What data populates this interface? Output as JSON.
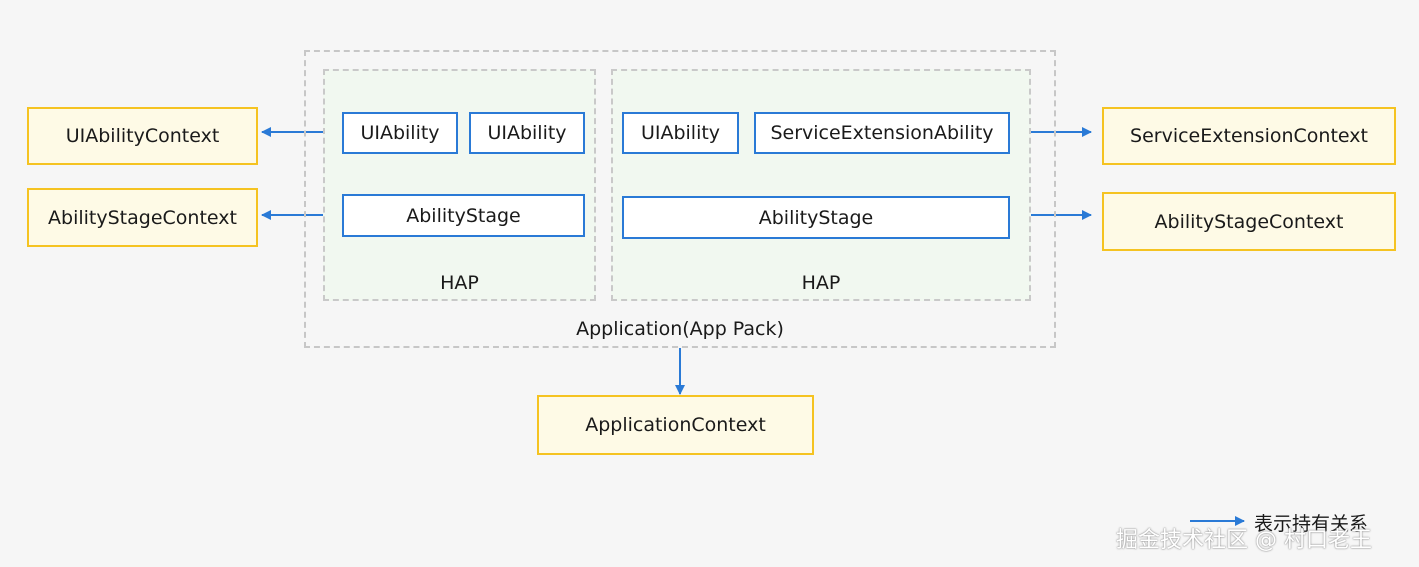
{
  "application": {
    "label": "Application(App Pack)"
  },
  "hap_left": {
    "label": "HAP",
    "abilities": [
      "UIAbility",
      "UIAbility"
    ],
    "stage": "AbilityStage"
  },
  "hap_right": {
    "label": "HAP",
    "abilities": [
      "UIAbility",
      "ServiceExtensionAbility"
    ],
    "stage": "AbilityStage"
  },
  "contexts": {
    "left_top": "UIAbilityContext",
    "left_bottom": "AbilityStageContext",
    "right_top": "ServiceExtensionContext",
    "right_bottom": "AbilityStageContext",
    "application": "ApplicationContext"
  },
  "legend": {
    "text": "表示持有关系"
  },
  "watermark": "掘金技术社区 @ 村口老王",
  "colors": {
    "arrow": "#2a7ad6",
    "blue_border": "#2a7ad6",
    "yellow_border": "#f5c321"
  }
}
